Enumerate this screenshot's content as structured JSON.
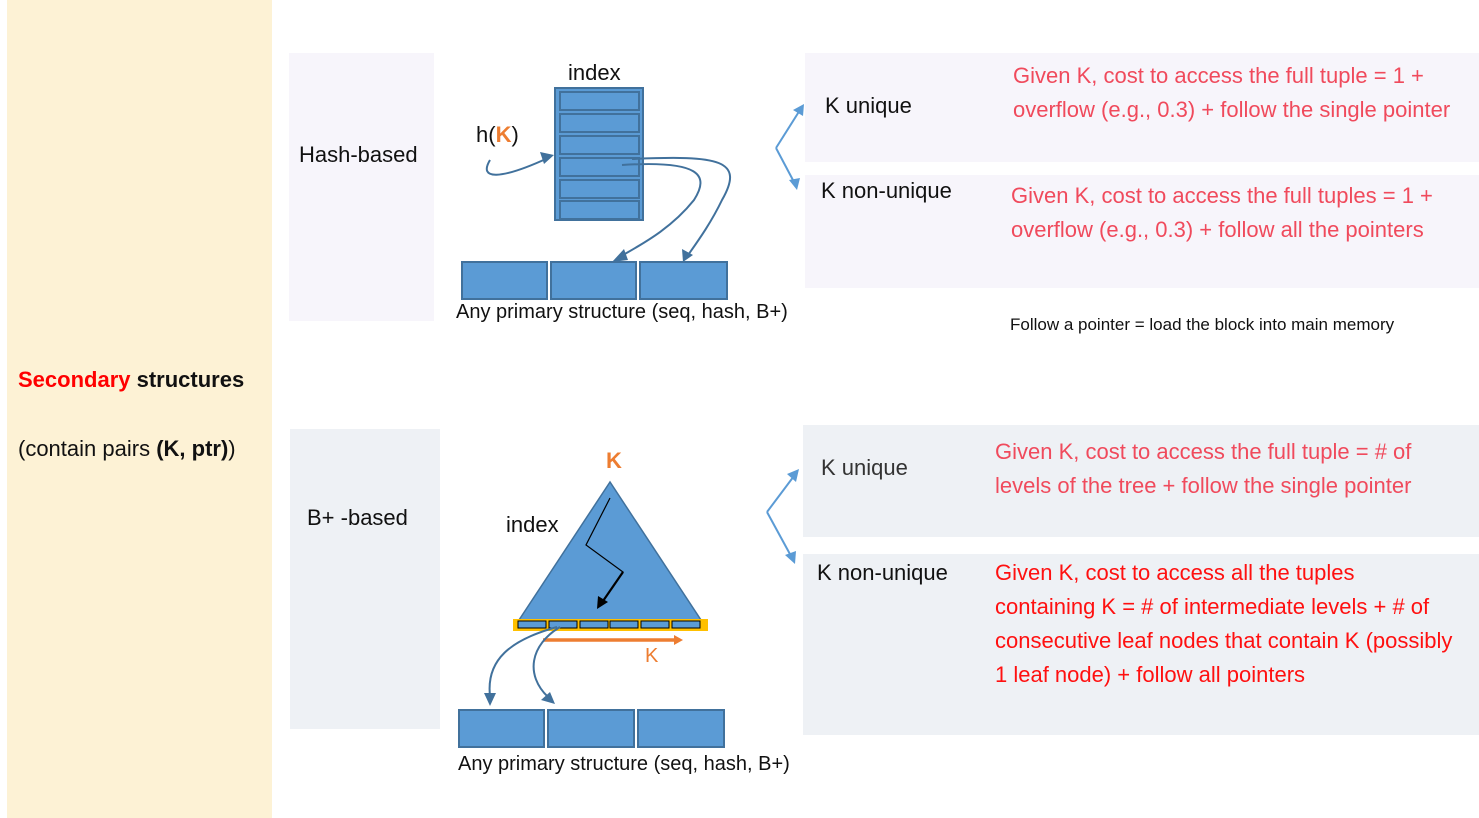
{
  "sidebar": {
    "title_accent": "Secondary",
    "title_rest": " structures",
    "subtitle_pre": "(contain pairs ",
    "subtitle_bold": "(K, ptr)",
    "subtitle_post": ")"
  },
  "hash_section": {
    "category_label": "Hash-based",
    "index_label": "index",
    "hash_fn_prefix": "h(",
    "hash_fn_key": "K",
    "hash_fn_suffix": ")",
    "primary_label": "Any primary structure (seq, hash, B+)",
    "cases": [
      {
        "label": "K unique",
        "cost": "Given K, cost to access the full tuple = 1 + overflow (e.g., 0.3) + follow the single pointer"
      },
      {
        "label": "K non-unique",
        "cost": "Given K, cost to access the full tuples = 1 + overflow (e.g., 0.3) + follow all the pointers"
      }
    ],
    "note": "Follow a pointer = load the block into main memory"
  },
  "bplus_section": {
    "category_label": "B+ -based",
    "root_key": "K",
    "index_label": "index",
    "leaf_key": "K",
    "primary_label": "Any primary structure (seq, hash, B+)",
    "cases": [
      {
        "label": "K unique",
        "cost": "Given K, cost to access the full tuple = # of levels of the tree + follow the single pointer"
      },
      {
        "label": "K non-unique",
        "cost": "Given K, cost to access all the tuples containing K = # of intermediate levels + # of consecutive leaf nodes that contain K (possibly 1 leaf node) + follow all pointers"
      }
    ]
  },
  "colors": {
    "sidebar_bg": "#FDF2D5",
    "accent_red": "#FF0000",
    "cost_soft_red": "#F04A5C",
    "block_blue": "#5B9BD5",
    "block_border": "#41719C",
    "key_orange": "#ED7D31",
    "leaf_yellow": "#FFC000",
    "arrow_blue": "#5B9BD5"
  }
}
